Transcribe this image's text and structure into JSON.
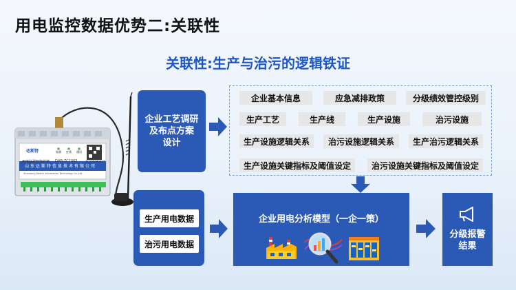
{
  "title": "用电监控数据优势二:关联性",
  "subtitle": "关联性:生产与治污的逻辑铁证",
  "research_box": {
    "line1": "企业工艺调研",
    "line2": "及布点方案",
    "line3": "设计"
  },
  "info_chips": {
    "row1": [
      "企业基本信息",
      "应急减排政策",
      "分级绩效管控级别"
    ],
    "row2": [
      "生产工艺",
      "生产线",
      "生产设施",
      "治污设施"
    ],
    "row3": [
      "生产设施逻辑关系",
      "治污设施逻辑关系",
      "生产治污逻辑关系"
    ],
    "row4": [
      "生产设施关键指标及阈值设定",
      "治污设施关键指标及阈值设定"
    ]
  },
  "data_box": {
    "production": "生产用电数据",
    "pollution": "治污用电数据"
  },
  "model_box": {
    "label": "企业用电分析模型（一企一策）"
  },
  "alarm_box": {
    "line1": "分级报警",
    "line2": "结果"
  },
  "device": {
    "brand": "达斯特",
    "product": "用电监测智能终端",
    "model": "DHB-ZC1003",
    "company": "山东达斯特信息技术有限公司",
    "company_en": "Shandong Dasite Information Technology Co.,Ltd",
    "labels": [
      "电源",
      "在线",
      "通讯"
    ],
    "serial": "ZC000000027"
  },
  "colors": {
    "primary": "#2a5ab5",
    "title_accent": "#1d57c6",
    "chip_bg": "#e7e7e7",
    "dashed": "#7f9fcf"
  }
}
